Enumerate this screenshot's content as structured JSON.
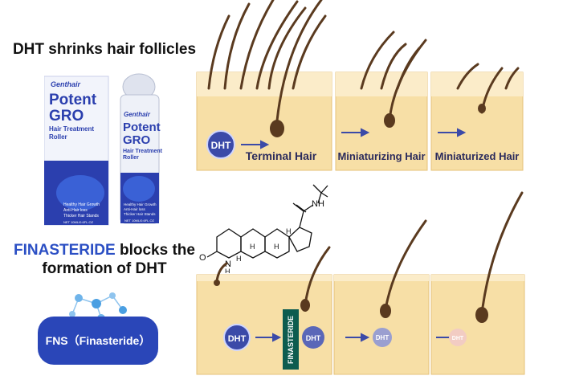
{
  "headline_top": "DHT shrinks hair follicles",
  "headline_bottom_highlight": "FINASTERIDE",
  "headline_bottom_rest1": " blocks the",
  "headline_bottom_rest2": "formation of DHT",
  "badge_label": "FNS（Finasteride）",
  "product": {
    "brand": "Genthair",
    "name_line1": "Potent",
    "name_line2": "GRO",
    "subtitle_line1": "Hair Treatment",
    "subtitle_line2": "Roller",
    "benefits": [
      "Healthy Hair Growth",
      "Anti-Hair loss",
      "Thicker Hair Stands"
    ],
    "volume": "NET 10ML/0.6FL.OZ"
  },
  "molecule": {
    "amide_label": "NH",
    "oxygen_label": "O",
    "amine_label": "N",
    "amine_h": "H",
    "h_labels": [
      "H",
      "H",
      "H",
      "H"
    ]
  },
  "top_diagram": {
    "dht_label": "DHT",
    "stages": [
      "Terminal Hair",
      "Miniaturizing Hair",
      "Miniaturized Hair"
    ]
  },
  "bottom_diagram": {
    "dht_label": "DHT",
    "blocker_label": "FINASTERIDE",
    "dht_faded_labels": [
      "DHT",
      "DHT",
      "DHT"
    ]
  },
  "colors": {
    "skin": "#f7dfa6",
    "skin_light": "#fbecc9",
    "hair": "#5a3a1f",
    "dht_blue": "#3b4aa8",
    "finasteride_green": "#0d5c4f",
    "pill_blue": "#2a46b8"
  }
}
